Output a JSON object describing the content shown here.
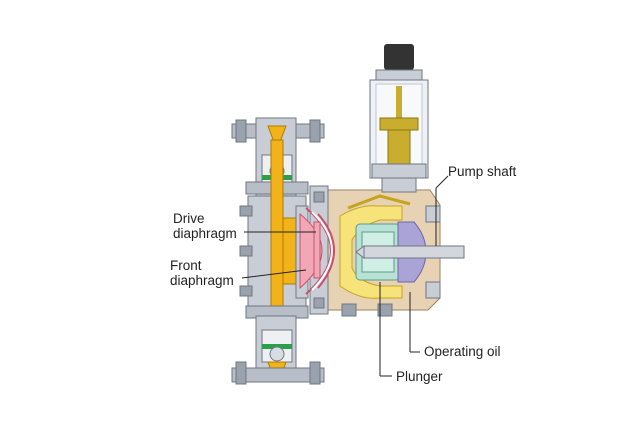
{
  "labels": {
    "pump_shaft": "Pump shaft",
    "drive_diaphragm_line1": "Drive",
    "drive_diaphragm_line2": "diaphragm",
    "front_diaphragm_line1": "Front",
    "front_diaphragm_line2": "diaphragm",
    "operating_oil": "Operating oil",
    "plunger": "Plunger"
  },
  "colors": {
    "body_metal": "#c9ced6",
    "body_shadow": "#9aa2ad",
    "casing_tan": "#e8d2b4",
    "fluid_orange": "#f2b21a",
    "oil_yellow": "#f6e37a",
    "diaphragm_pink": "#f2a7b6",
    "plunger_green": "#b9e2d6",
    "valve_green": "#2aa04a",
    "purple_part": "#a9a3d6",
    "knob_black": "#333333",
    "gauge_gold": "#c8ad2e"
  }
}
